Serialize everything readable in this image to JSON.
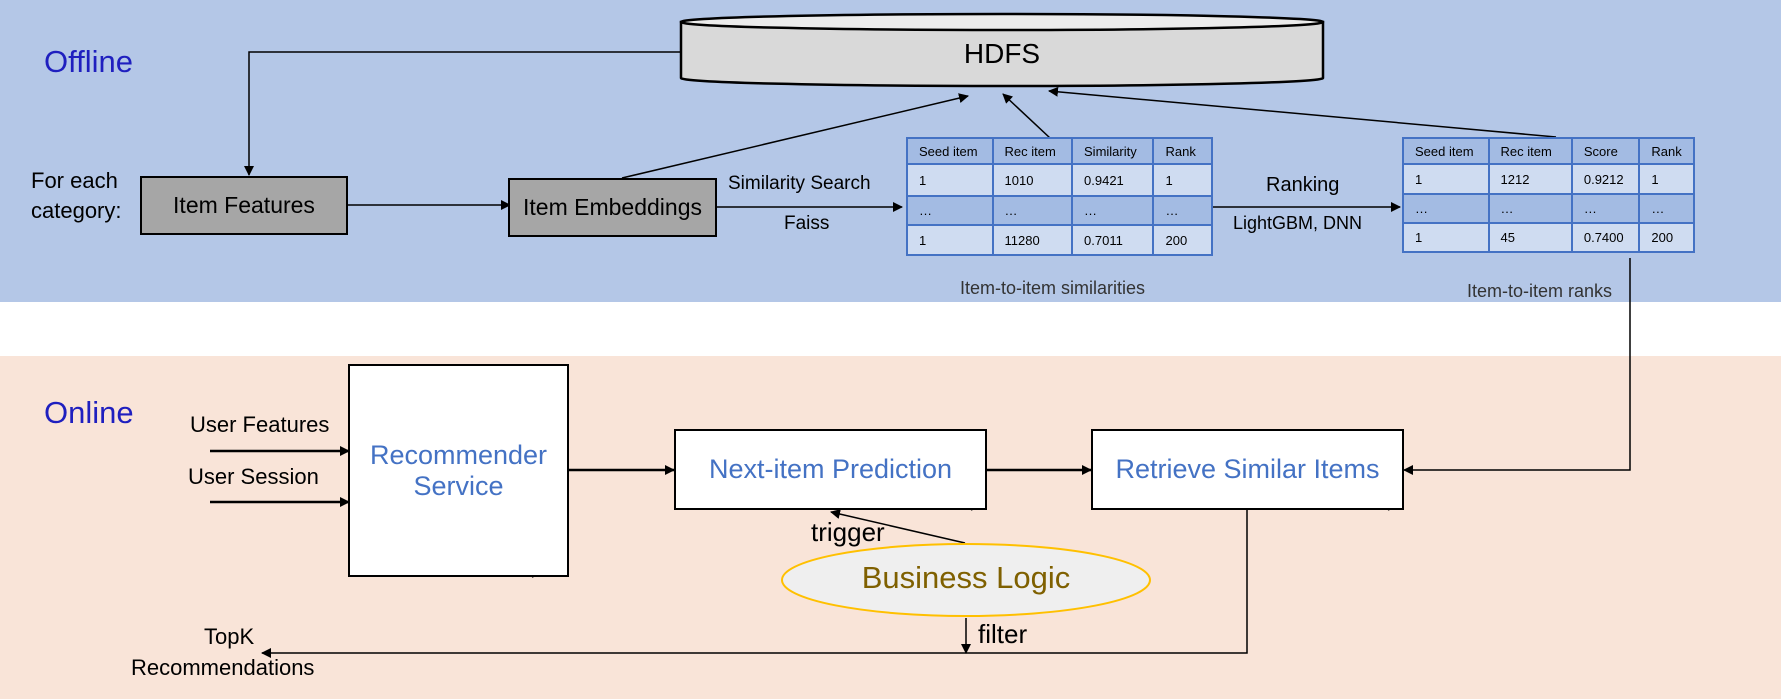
{
  "sections": {
    "offline": "Offline",
    "online": "Online"
  },
  "offline": {
    "hdfs": "HDFS",
    "for_each_line1": "For each",
    "for_each_line2": "category:",
    "item_features": "Item Features",
    "item_embeddings": "Item Embeddings",
    "similarity_search": "Similarity Search",
    "faiss": "Faiss",
    "ranking": "Ranking",
    "ranking_methods": "LightGBM, DNN",
    "similarity_table": {
      "headers": [
        "Seed item",
        "Rec item",
        "Similarity",
        "Rank"
      ],
      "rows": [
        [
          "1",
          "1010",
          "0.9421",
          "1"
        ],
        [
          "…",
          "…",
          "…",
          "…"
        ],
        [
          "1",
          "11280",
          "0.7011",
          "200"
        ]
      ],
      "caption": "Item-to-item similarities"
    },
    "rank_table": {
      "headers": [
        "Seed item",
        "Rec item",
        "Score",
        "Rank"
      ],
      "rows": [
        [
          "1",
          "1212",
          "0.9212",
          "1"
        ],
        [
          "…",
          "…",
          "…",
          "…"
        ],
        [
          "1",
          "45",
          "0.7400",
          "200"
        ]
      ],
      "caption": "Item-to-item ranks"
    }
  },
  "online": {
    "user_features": "User Features",
    "user_session": "User Session",
    "recommender_line1": "Recommender",
    "recommender_line2": "Service",
    "next_item": "Next-item Prediction",
    "retrieve": "Retrieve Similar Items",
    "trigger": "trigger",
    "business_logic": "Business Logic",
    "filter": "filter",
    "topk_line1": "TopK",
    "topk_line2": "Recommendations"
  },
  "colors": {
    "offline_band": "#b4c7e7",
    "online_band": "#f9e4d8",
    "section_label": "#1f1fbf",
    "online_box_text": "#4472c4",
    "business_logic_text": "#7f6000",
    "business_logic_border": "#ffc000"
  }
}
